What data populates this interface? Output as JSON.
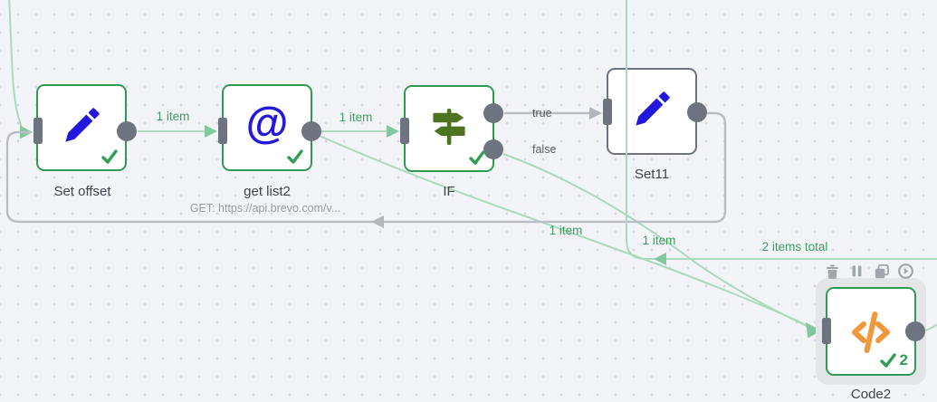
{
  "canvas": {
    "kind": "workflow-editor-canvas"
  },
  "nodes": [
    {
      "title": "Set offset"
    },
    {
      "title": "get list2",
      "subtitle": "GET: https://api.brevo.com/v..."
    },
    {
      "title": "IF"
    },
    {
      "title": "Set11"
    },
    {
      "title": "Code2",
      "run_count": "2"
    }
  ],
  "edge_labels": {
    "set_offset_to_get_list2": "1 item",
    "get_list2_to_if": "1 item",
    "if_true_port": "true",
    "if_false_port": "false",
    "get_list2_to_code2": "1 item",
    "if_false_to_code2": "1 item",
    "return_total": "2 items total"
  },
  "node_toolbar": {
    "buttons": [
      "delete",
      "disable",
      "duplicate",
      "execute"
    ]
  },
  "colors": {
    "canvas_bg": "#f3f4f8",
    "grid_dot": "#d6d7de",
    "node_success_border": "#2f9a52",
    "node_idle_border": "#6d7480",
    "halo": "#e4e5e9",
    "port_gray": "#6d7480",
    "edge_green": "#abd9bd",
    "edge_green_arrow": "#82c89e",
    "edge_gray": "#b9bdc4",
    "edge_gray_arrow": "#b2b6bd",
    "label_green": "#3c9e5e",
    "portlabel_gray": "#575c64",
    "title_gray": "#3f454e",
    "subtitle_gray": "#989ca4",
    "icon_blue": "#2217da",
    "icon_olive": "#4e7421",
    "icon_orange": "#f0993c",
    "check_green": "#2f9e52",
    "toolbar_gray": "#a1a5ac"
  }
}
